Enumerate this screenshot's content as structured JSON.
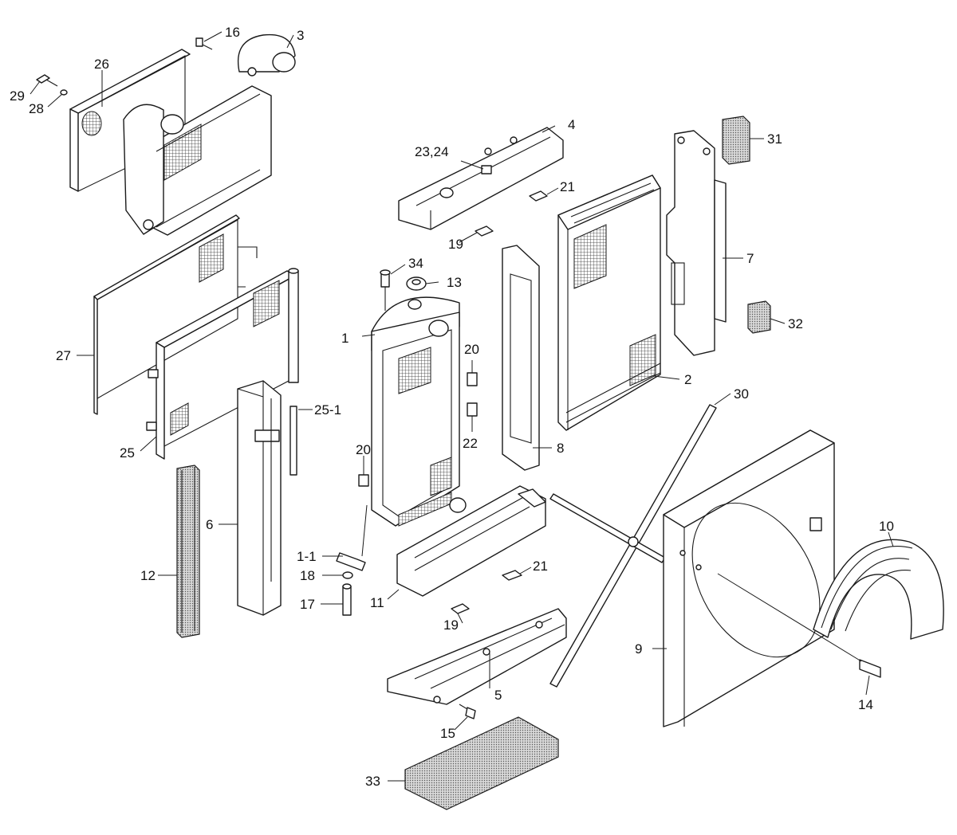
{
  "diagram": {
    "callouts": [
      {
        "id": "c1",
        "label": "1"
      },
      {
        "id": "c1_1",
        "label": "1-1"
      },
      {
        "id": "c2",
        "label": "2"
      },
      {
        "id": "c3",
        "label": "3"
      },
      {
        "id": "c4",
        "label": "4"
      },
      {
        "id": "c5",
        "label": "5"
      },
      {
        "id": "c6",
        "label": "6"
      },
      {
        "id": "c7",
        "label": "7"
      },
      {
        "id": "c8",
        "label": "8"
      },
      {
        "id": "c9",
        "label": "9"
      },
      {
        "id": "c10",
        "label": "10"
      },
      {
        "id": "c11",
        "label": "11"
      },
      {
        "id": "c12",
        "label": "12"
      },
      {
        "id": "c13",
        "label": "13"
      },
      {
        "id": "c14",
        "label": "14"
      },
      {
        "id": "c15",
        "label": "15"
      },
      {
        "id": "c16",
        "label": "16"
      },
      {
        "id": "c17",
        "label": "17"
      },
      {
        "id": "c18",
        "label": "18"
      },
      {
        "id": "c19a",
        "label": "19"
      },
      {
        "id": "c19b",
        "label": "19"
      },
      {
        "id": "c20a",
        "label": "20"
      },
      {
        "id": "c20b",
        "label": "20"
      },
      {
        "id": "c21a",
        "label": "21"
      },
      {
        "id": "c21b",
        "label": "21"
      },
      {
        "id": "c22",
        "label": "22"
      },
      {
        "id": "c2324",
        "label": "23,24"
      },
      {
        "id": "c25",
        "label": "25"
      },
      {
        "id": "c25_1",
        "label": "25-1"
      },
      {
        "id": "c26",
        "label": "26"
      },
      {
        "id": "c27",
        "label": "27"
      },
      {
        "id": "c28",
        "label": "28"
      },
      {
        "id": "c29",
        "label": "29"
      },
      {
        "id": "c30",
        "label": "30"
      },
      {
        "id": "c31",
        "label": "31"
      },
      {
        "id": "c32",
        "label": "32"
      },
      {
        "id": "c33",
        "label": "33"
      },
      {
        "id": "c34",
        "label": "34"
      }
    ],
    "colors": {
      "line": "#1a1a1a",
      "background": "#ffffff",
      "text": "#111111"
    }
  }
}
